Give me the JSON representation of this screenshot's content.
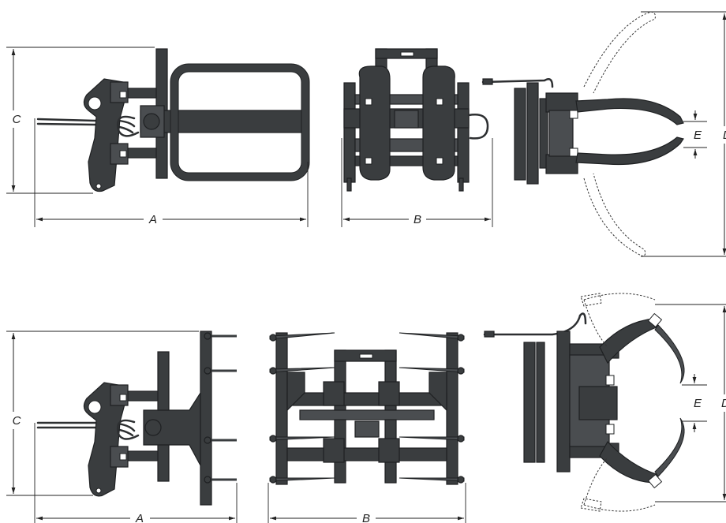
{
  "dimensions": {
    "top": {
      "a": "A",
      "b": "B",
      "c": "C",
      "d": "D",
      "e": "E"
    },
    "bottom": {
      "a": "A",
      "b": "B",
      "c": "C",
      "d": "D",
      "e": "E"
    }
  },
  "colors": {
    "steel": "#3a3d3f",
    "outline": "#1e2022",
    "background": "#ffffff"
  }
}
